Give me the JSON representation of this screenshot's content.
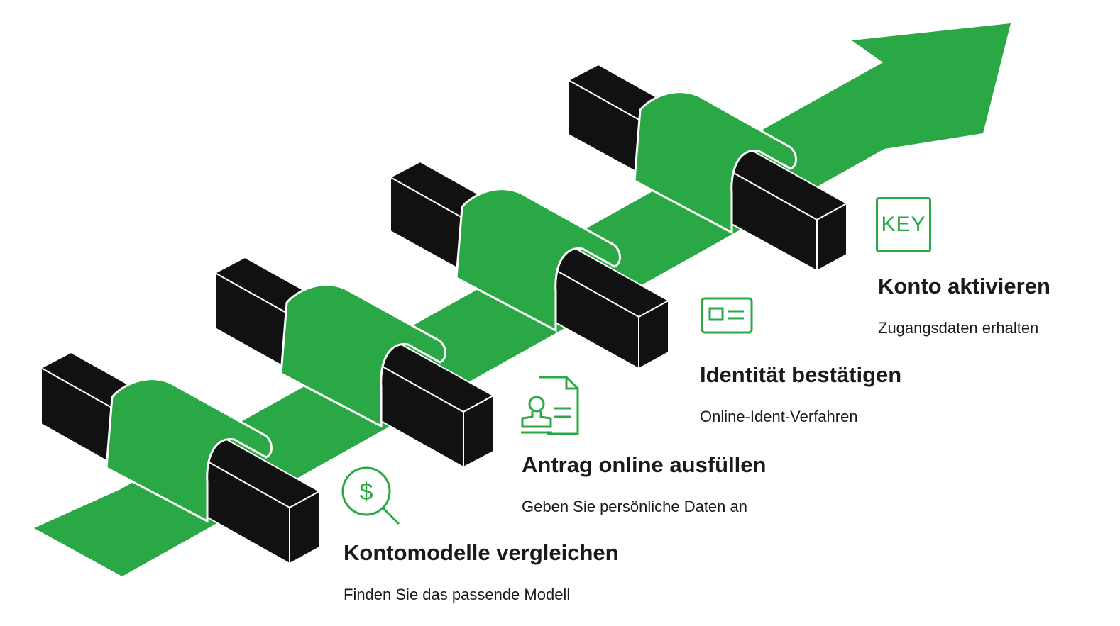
{
  "colors": {
    "accent": "#2aa845",
    "block": "#111111",
    "text": "#1a1a1a"
  },
  "steps": [
    {
      "title": "Kontomodelle vergleichen",
      "description": "Finden Sie das passende Modell",
      "icon": "dollar-search-icon"
    },
    {
      "title": "Antrag online ausfüllen",
      "description": "Geben Sie persönliche Daten an",
      "icon": "stamp-document-icon"
    },
    {
      "title": "Identität bestätigen",
      "description": "Online-Ident-Verfahren",
      "icon": "id-card-icon"
    },
    {
      "title": "Konto aktivieren",
      "description": "Zugangsdaten erhalten",
      "icon": "key-icon",
      "icon_text": "KEY"
    }
  ]
}
